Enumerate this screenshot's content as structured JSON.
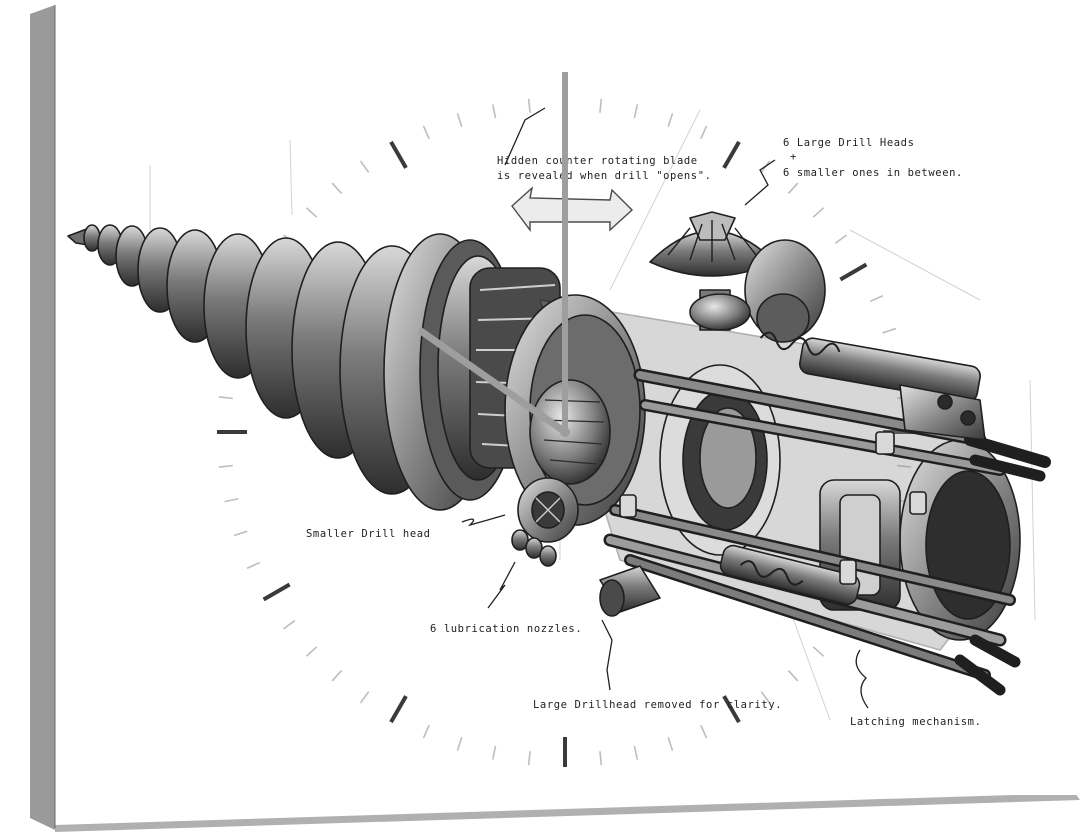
{
  "canvas": {
    "background": "#ffffff",
    "frame_shadow": "#8a8a8a",
    "edge_light": "#d9d9d9"
  },
  "clock": {
    "hour_hand_color": "#9e9e9e",
    "minute_hand_color": "#9e9e9e",
    "mark_color": "#3a3a3a",
    "minor_mark_color": "#bdbdbd",
    "hour_hand_angle_deg": 305,
    "minute_hand_angle_deg": 0
  },
  "illustration": {
    "ink": "#1f1f1f",
    "metal_dark": "#3b3b3b",
    "metal_mid": "#7a7a7a",
    "metal_light": "#cfcfcf"
  },
  "annotations": {
    "hidden_blade_line1": "Hidden counter rotating blade",
    "hidden_blade_line2": "is revealed when drill \"opens\".",
    "drill_heads_line1": "6 Large Drill Heads",
    "drill_heads_plus": "+",
    "drill_heads_line2": "6 smaller ones in between.",
    "smaller_head": "Smaller Drill head",
    "lubrication": "6 lubrication nozzles.",
    "large_removed": "Large Drillhead removed for clarity.",
    "latching": "Latching mechanism."
  }
}
